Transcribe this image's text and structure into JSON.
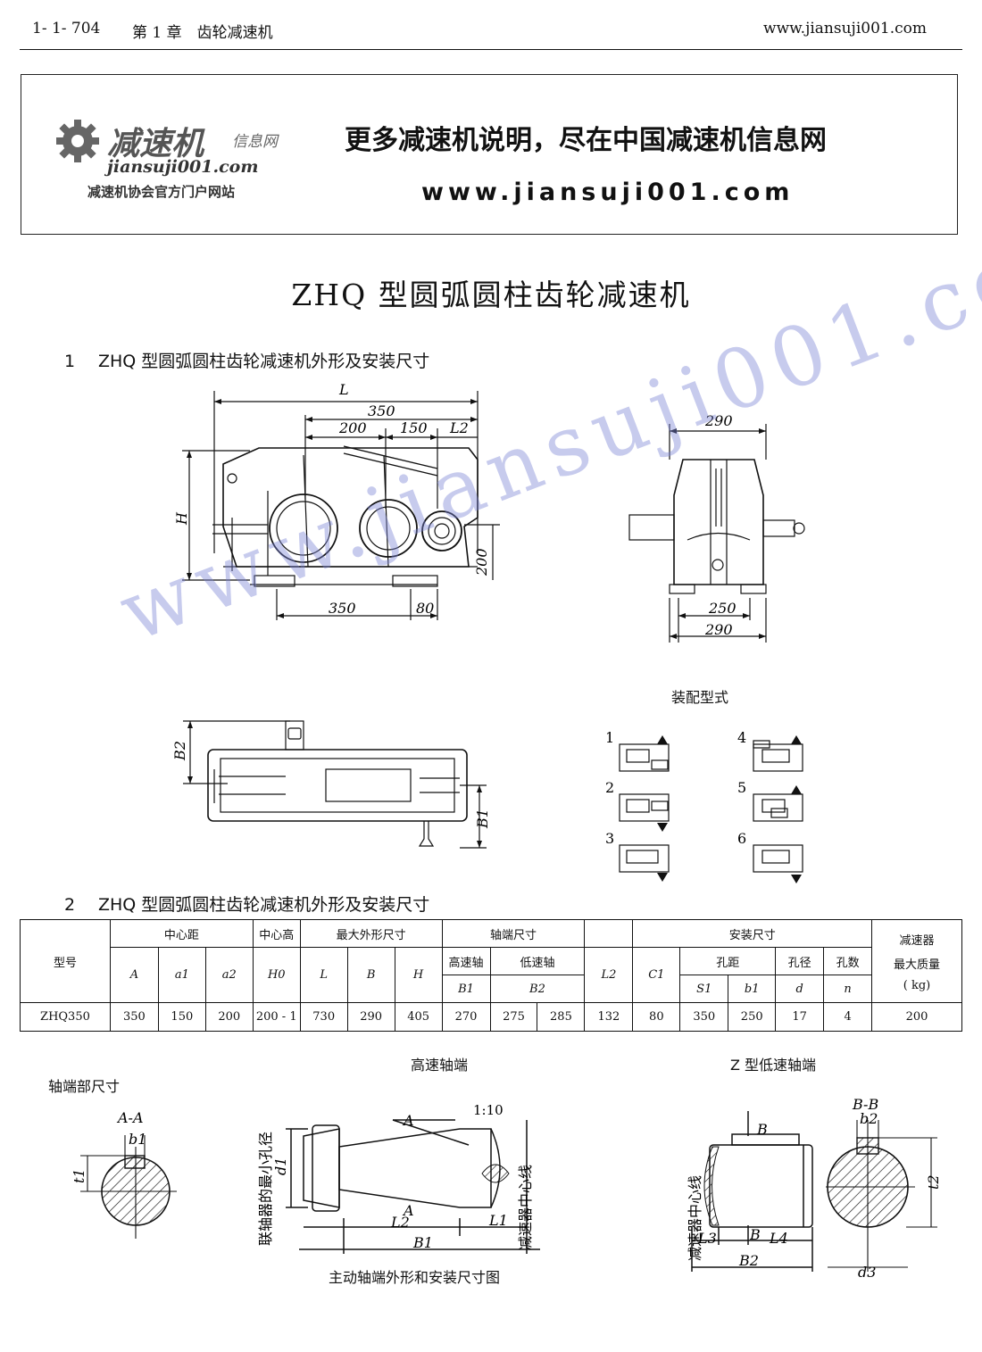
{
  "header": {
    "page_ref": "1- 1- 704",
    "chapter": "第 1 章　齿轮减速机",
    "website": "www.jiansuji001.com"
  },
  "banner": {
    "logo_main": "减速机",
    "logo_sub": "信息网",
    "logo_domain": "jiansuji001.com",
    "logo_tagline": "减速机协会官方门户网站",
    "slogan": "更多减速机说明，尽在中国减速机信息网",
    "url": "www.jiansuji001.com"
  },
  "title": "ZHQ 型圆弧圆柱齿轮减速机",
  "section1": {
    "num": "1",
    "text": "ZHQ 型圆弧圆柱齿轮减速机外形及安装尺寸"
  },
  "section2": {
    "num": "2",
    "text": "ZHQ 型圆弧圆柱齿轮减速机外形及安装尺寸"
  },
  "front_view": {
    "dims": {
      "L": "L",
      "d350_top": "350",
      "d200": "200",
      "d150": "150",
      "L2": "L2",
      "H": "H",
      "d200_h": "200",
      "d350_bottom": "350",
      "d80": "80"
    }
  },
  "side_view": {
    "dims": {
      "d290_top": "290",
      "d250": "250",
      "d290_bottom": "290"
    }
  },
  "top_view": {
    "dims": {
      "B2": "B2",
      "B1": "B1"
    }
  },
  "assembly": {
    "caption": "装配型式",
    "labels": [
      "1",
      "2",
      "3",
      "4",
      "5",
      "6"
    ]
  },
  "table": {
    "h_model": "型号",
    "h_center": "中心距",
    "h_center_height": "中心高",
    "h_max_dims": "最大外形尺寸",
    "h_shaft_end": "轴端尺寸",
    "h_install": "安装尺寸",
    "h_mass_1": "减速器",
    "h_mass_2": "最大质量",
    "h_mass_3": "( kg)",
    "h_high_speed": "高速轴",
    "h_low_speed": "低速轴",
    "h_hole_spacing": "孔距",
    "h_hole_dia": "孔径",
    "h_hole_count": "孔数",
    "s_A": "A",
    "s_a1": "a1",
    "s_a2": "a2",
    "s_H0": "H0",
    "s_L": "L",
    "s_B": "B",
    "s_H": "H",
    "s_B1": "B1",
    "s_B2": "B2",
    "s_L2": "L2",
    "s_C1": "C1",
    "s_S1": "S1",
    "s_b1": "b1",
    "s_d": "d",
    "s_n": "n",
    "row": [
      "ZHQ350",
      "350",
      "150",
      "200",
      "200 - 1",
      "730",
      "290",
      "405",
      "270",
      "275",
      "285",
      "132",
      "80",
      "350",
      "250",
      "17",
      "4",
      "200"
    ]
  },
  "shaft_section": {
    "title": "轴端部尺寸",
    "aa": "A-A",
    "b1": "b1",
    "t1": "t1"
  },
  "high_speed": {
    "caption": "高速轴端",
    "taper": "1:10",
    "coupling_label": "联轴器的最小孔径",
    "d1": "d1",
    "center_line": "减速器中心线",
    "A": "A",
    "L2": "L2",
    "L1": "L1",
    "B1": "B1",
    "sub_caption": "主动轴端外形和安装尺寸图"
  },
  "low_speed": {
    "caption": "Z 型低速轴端",
    "center_line": "减速器中心线",
    "B": "B",
    "L3": "L3",
    "L4": "L4",
    "B2": "B2",
    "bb": "B-B",
    "b2": "b2",
    "t2": "t2",
    "d3": "d3"
  },
  "watermark": "www.jiansuji001.com"
}
